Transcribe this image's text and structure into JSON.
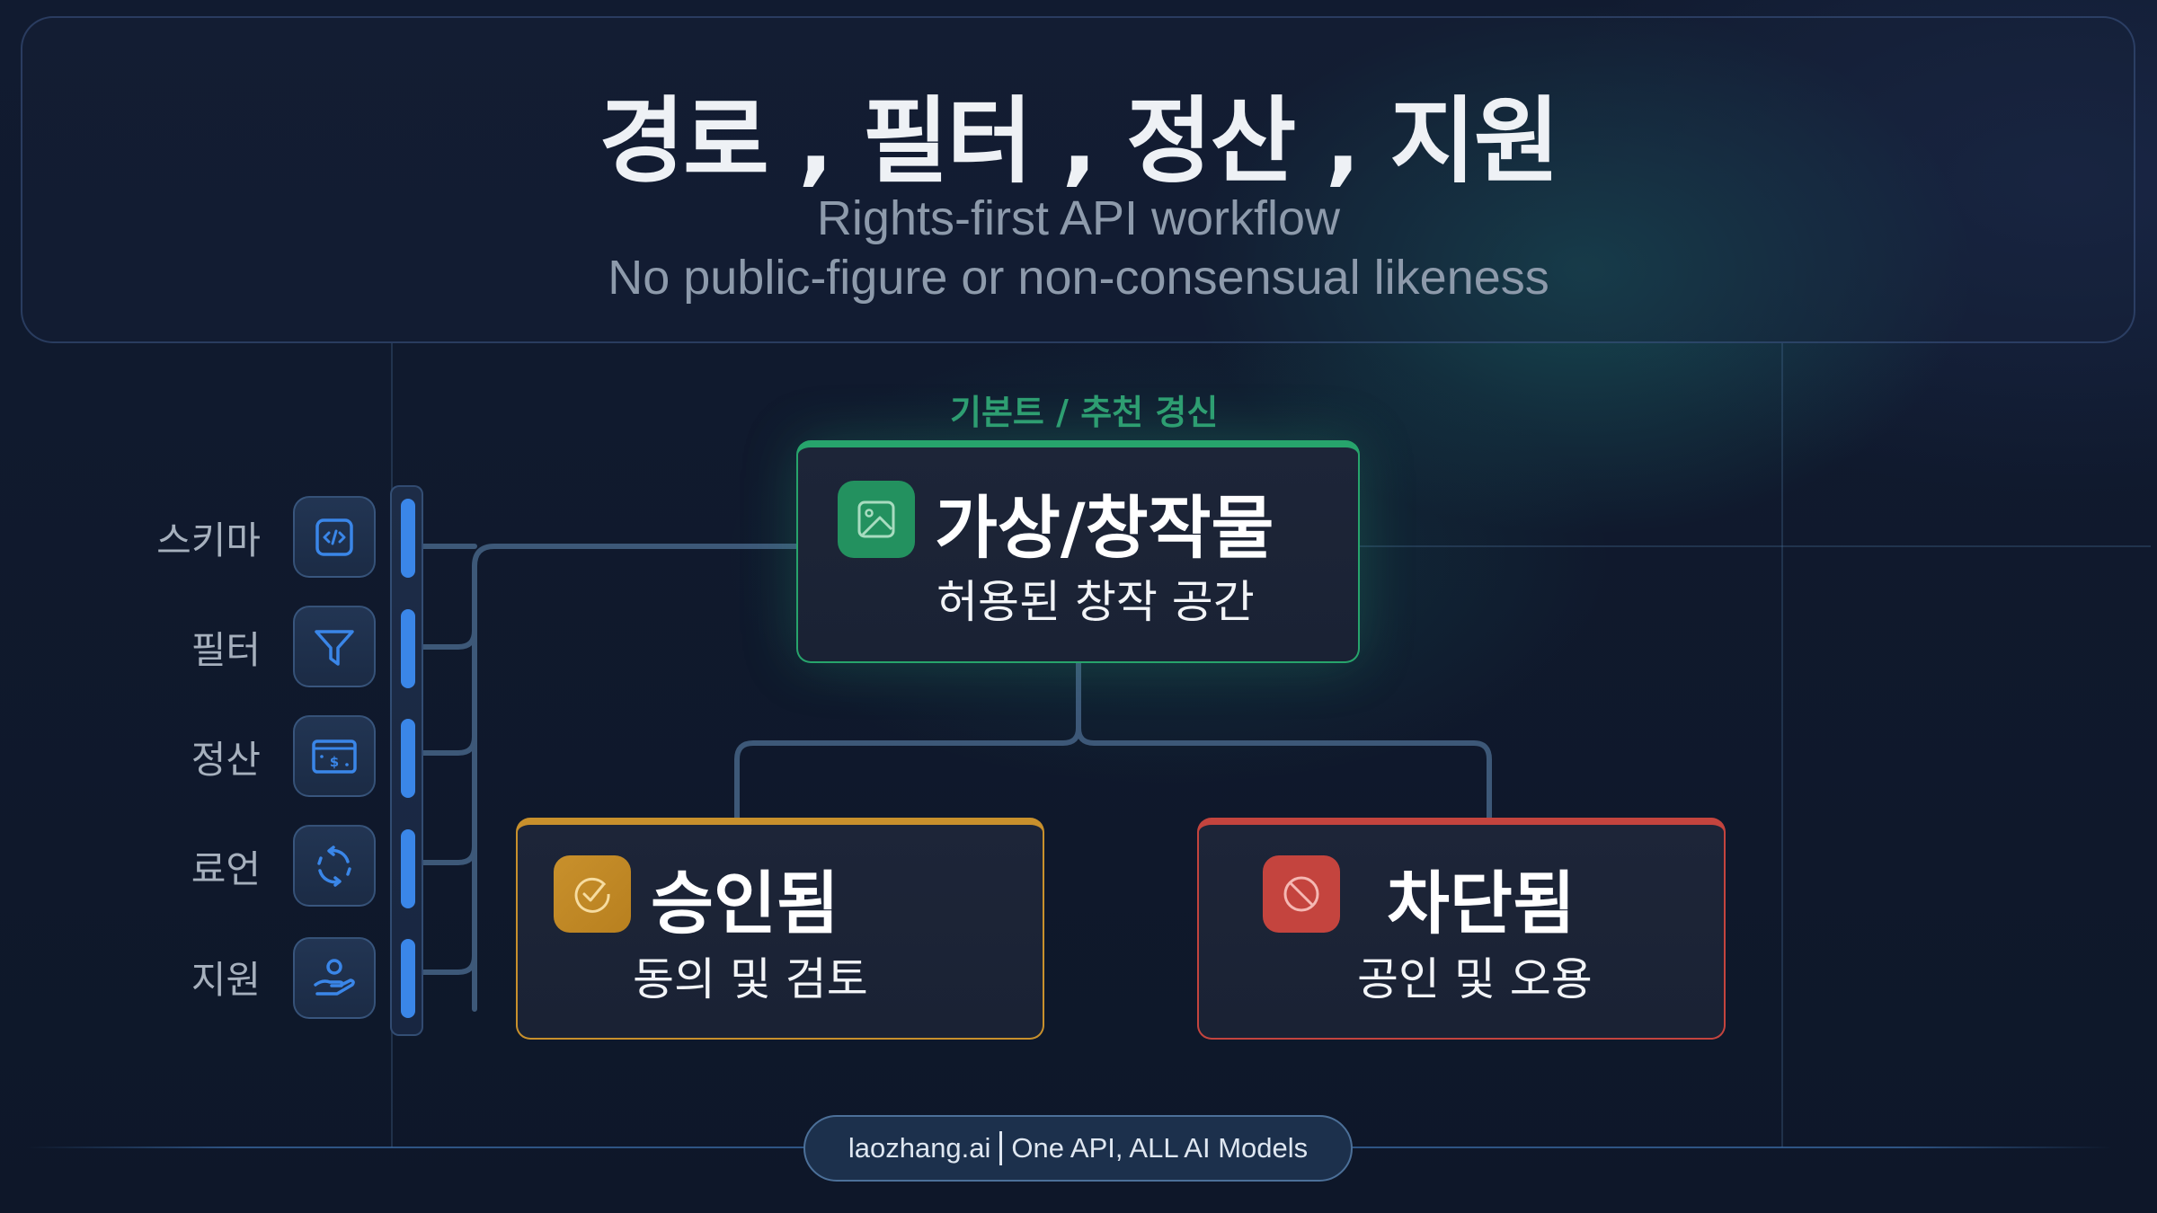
{
  "header": {
    "title": "경로 , 필터 , 정산 , 지원",
    "subtitle_line1": "Rights-first API workflow",
    "subtitle_line2": "No public-figure or non-consensual likeness"
  },
  "sidebar": {
    "items": [
      {
        "label": "스키마",
        "icon": "code-icon"
      },
      {
        "label": "필터",
        "icon": "filter-icon"
      },
      {
        "label": "정산",
        "icon": "billing-card-icon"
      },
      {
        "label": "료언",
        "icon": "refresh-cycle-icon"
      },
      {
        "label": "지원",
        "icon": "support-hand-icon"
      }
    ]
  },
  "flow": {
    "top_label": "기본트 / 추천 경신",
    "main_node": {
      "title": "가상/창작물",
      "subtitle": "허용된 창작 공간",
      "icon": "image-icon",
      "color": "#27a46c"
    },
    "approved_node": {
      "title": "승인됨",
      "subtitle": "동의 및 검토",
      "icon": "check-circle-icon",
      "color": "#c8902c"
    },
    "blocked_node": {
      "title": "차단됨",
      "subtitle": "공인 및 오용",
      "icon": "prohibited-icon",
      "color": "#c4443e"
    }
  },
  "footer": {
    "brand": "laozhang.ai",
    "tagline": "One API, ALL AI Models"
  },
  "colors": {
    "background": "#0f1829",
    "accent_blue": "#3a86e8",
    "green": "#27a46c",
    "gold": "#c8902c",
    "red": "#c4443e"
  }
}
